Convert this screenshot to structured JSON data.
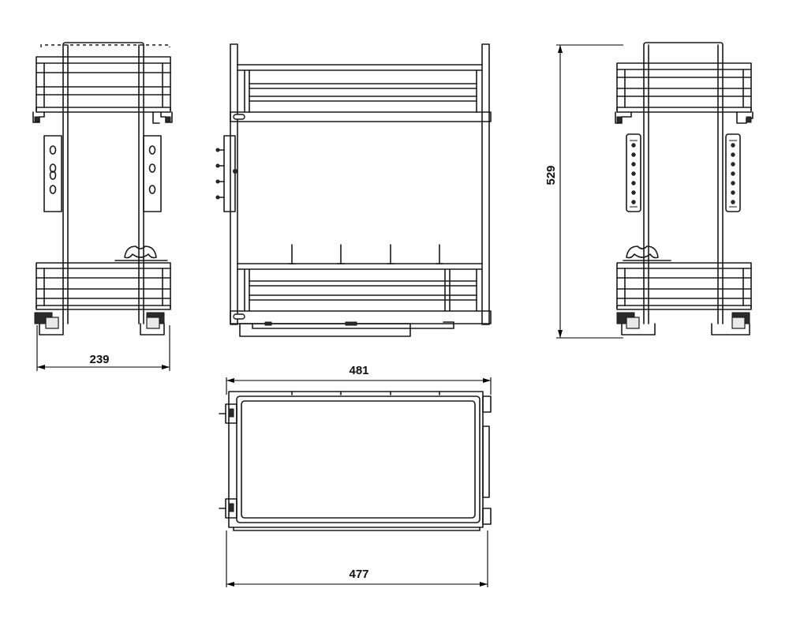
{
  "drawing": {
    "dimensions": {
      "left_view_width": "239",
      "right_view_height": "529",
      "top_view_outer_width": "481",
      "top_view_inner_width": "477"
    },
    "views": [
      "left-side-view",
      "front-view",
      "right-side-view",
      "top-view"
    ]
  }
}
